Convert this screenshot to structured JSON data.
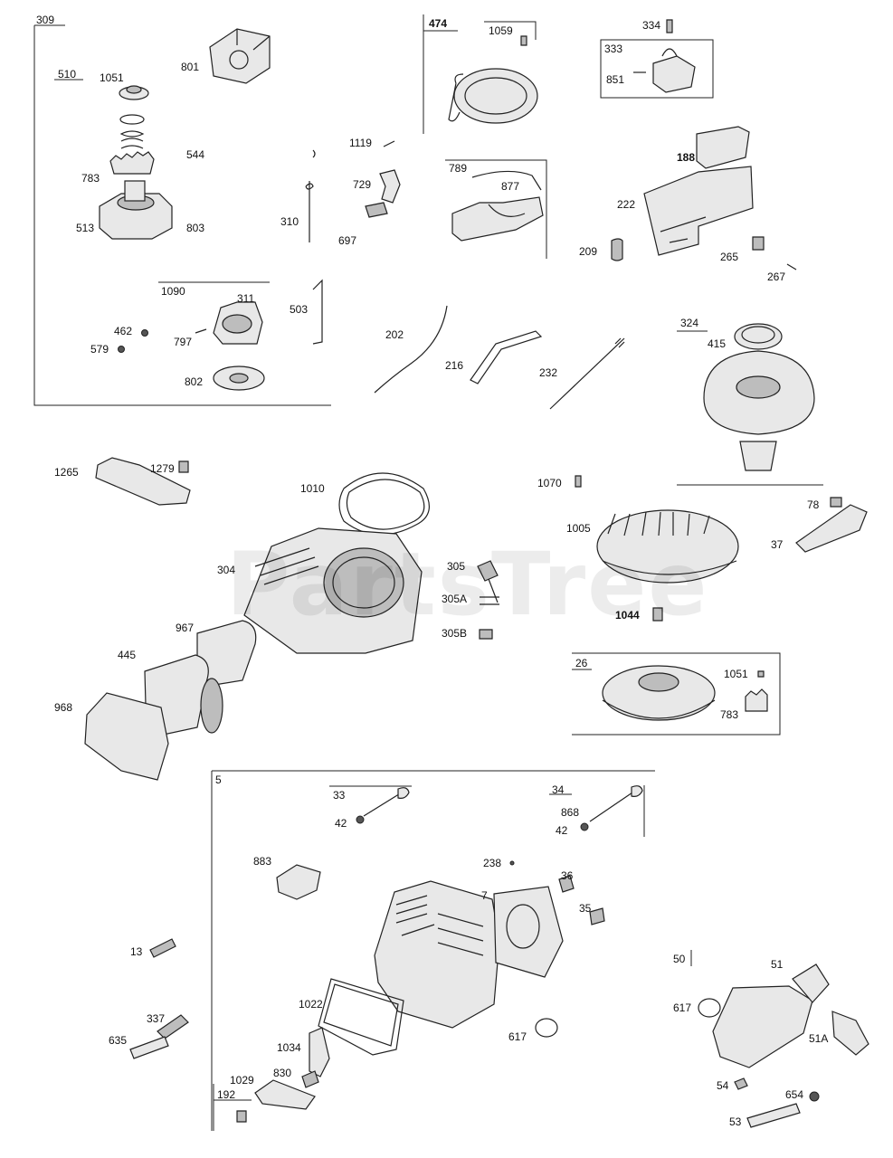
{
  "watermark": "PartsTree",
  "labels": {
    "g309": "309",
    "g510": "510",
    "g1090": "1090",
    "g474": "474",
    "g333": "333",
    "g324": "324",
    "g26": "26",
    "g5": "5",
    "g33": "33",
    "g34": "34",
    "g192": "192",
    "g50": "50",
    "l801": "801",
    "l1051a": "1051",
    "l544": "544",
    "l783a": "783",
    "l513": "513",
    "l803": "803",
    "l310": "310",
    "l697": "697",
    "l729": "729",
    "l1119": "1119",
    "l311": "311",
    "l462": "462",
    "l579": "579",
    "l797": "797",
    "l802": "802",
    "l503": "503",
    "l1059": "1059",
    "l334": "334",
    "l851": "851",
    "l789": "789",
    "l877": "877",
    "l188": "188",
    "l222": "222",
    "l209": "209",
    "l265": "265",
    "l267": "267",
    "l202": "202",
    "l216": "216",
    "l232": "232",
    "l415": "415",
    "l1265": "1265",
    "l1279": "1279",
    "l1010": "1010",
    "l1070": "1070",
    "l1005": "1005",
    "l78": "78",
    "l37": "37",
    "l304": "304",
    "l305": "305",
    "l305A": "305A",
    "l305B": "305B",
    "l1044": "1044",
    "l967": "967",
    "l445": "445",
    "l968": "968",
    "l1051b": "1051",
    "l783b": "783",
    "l42a": "42",
    "l868": "868",
    "l42b": "42",
    "l883": "883",
    "l238": "238",
    "l36": "36",
    "l7": "7",
    "l35": "35",
    "l13": "13",
    "l617a": "617",
    "l51": "51",
    "l617b": "617",
    "l51A": "51A",
    "l1022": "1022",
    "l337": "337",
    "l635": "635",
    "l1034": "1034",
    "l1029": "1029",
    "l830": "830",
    "l54": "54",
    "l654": "654",
    "l53": "53"
  }
}
